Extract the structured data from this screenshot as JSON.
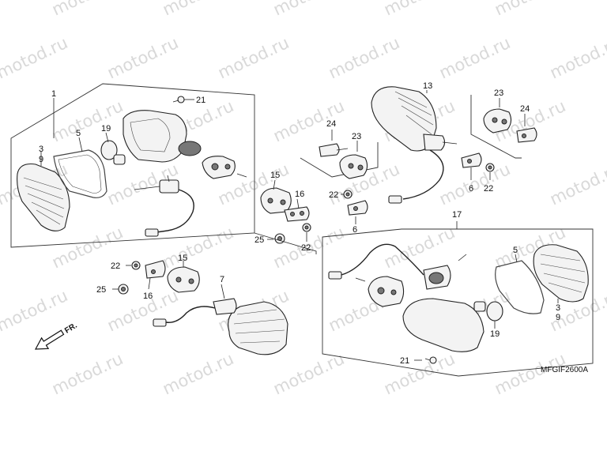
{
  "watermark": {
    "text": "motod.ru"
  },
  "diagram_code": "MFGIF2600A",
  "direction_marker": "FR.",
  "callouts": {
    "c1": "1",
    "c3a": "3",
    "c9a": "9",
    "c5a": "5",
    "c19a": "19",
    "c21a": "21",
    "c15a": "15",
    "c16a": "16",
    "c22a": "22",
    "c25a": "25",
    "c24a": "24",
    "c23a": "23",
    "c22b": "22",
    "c6a": "6",
    "c13": "13",
    "c23b": "23",
    "c24b": "24",
    "c6b": "6",
    "c22c": "22",
    "c17": "17",
    "c22d": "22",
    "c25b": "25",
    "c15b": "15",
    "c16b": "16",
    "c7": "7",
    "c5b": "5",
    "c3b": "3",
    "c9b": "9",
    "c19b": "19",
    "c21b": "21"
  }
}
